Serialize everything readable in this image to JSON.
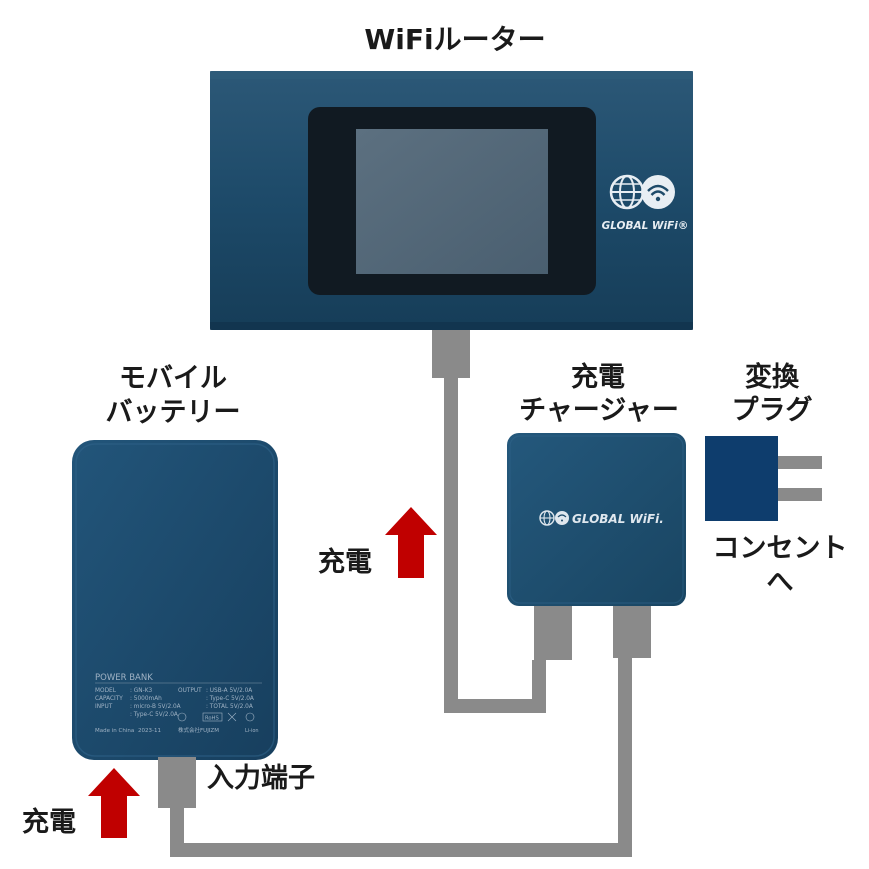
{
  "labels": {
    "router": "WiFiルーター",
    "battery_line1": "モバイル",
    "battery_line2": "バッテリー",
    "charger_line1": "充電",
    "charger_line2": "チャージャー",
    "plug_line1": "変換",
    "plug_line2": "プラグ",
    "outlet_line1": "コンセント",
    "outlet_line2": "へ",
    "input_terminal": "入力端子",
    "charge_router": "充電",
    "charge_battery": "充電"
  },
  "brand": {
    "router_logo": "GLOBAL WiFi®",
    "charger_logo": "GLOBAL WiFi."
  },
  "battery_specs": {
    "title": "POWER BANK",
    "model_key": "MODEL",
    "model_val": ": GN-K3",
    "capacity_key": "CAPACITY",
    "capacity_val": ": 5000mAh",
    "input_key": "INPUT",
    "input_val1": ": micro-B 5V/2.0A",
    "input_val2": ": Type-C 5V/2.0A",
    "output_key": "OUTPUT",
    "output_val1": ": USB-A 5V/2.0A",
    "output_val2": ": Type-C 5V/2.0A",
    "output_val3": ": TOTAL 5V/2.0A",
    "made_in": "Made in China",
    "date": "2023-11",
    "maker": "株式会社FUJIZM",
    "rohs": "RoHS",
    "liion": "Li-ion"
  },
  "icons": {
    "arrow": "arrow-up-icon",
    "globe": "globe-icon",
    "wifi": "wifi-icon"
  },
  "colors": {
    "device_blue": "#1c4a6b",
    "plug_blue": "#0e3d6d",
    "cable_gray": "#888888",
    "arrow_red": "#c00000"
  }
}
